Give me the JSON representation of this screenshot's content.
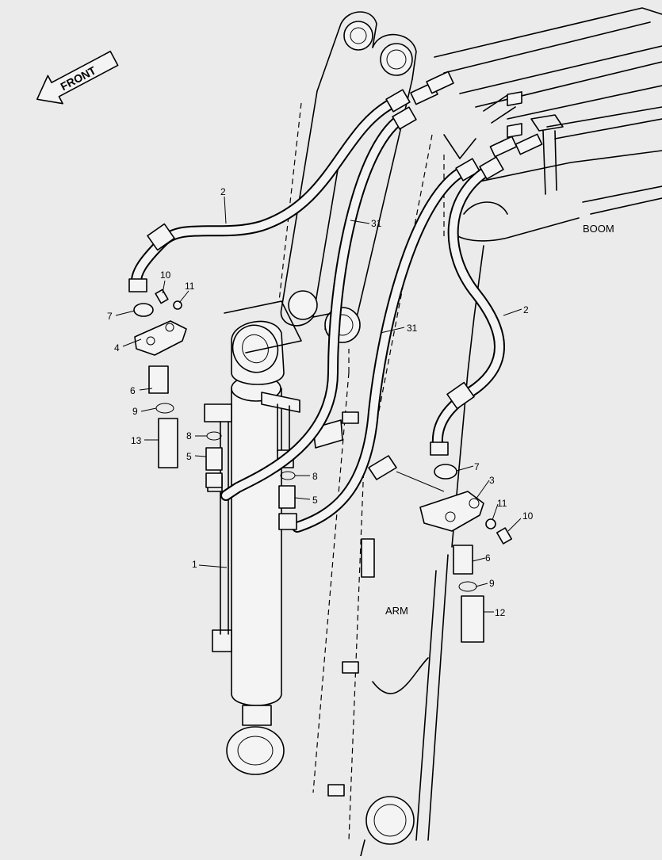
{
  "direction_label": "FRONT",
  "region_labels": {
    "boom": "BOOM",
    "arm": "ARM"
  },
  "callouts": [
    {
      "id": "c2a",
      "number": "2"
    },
    {
      "id": "c31a",
      "number": "31"
    },
    {
      "id": "c10a",
      "number": "10"
    },
    {
      "id": "c11a",
      "number": "11"
    },
    {
      "id": "c7a",
      "number": "7"
    },
    {
      "id": "c4",
      "number": "4"
    },
    {
      "id": "c6a",
      "number": "6"
    },
    {
      "id": "c9a",
      "number": "9"
    },
    {
      "id": "c13",
      "number": "13"
    },
    {
      "id": "c8a",
      "number": "8"
    },
    {
      "id": "c5a",
      "number": "5"
    },
    {
      "id": "c8b",
      "number": "8"
    },
    {
      "id": "c5b",
      "number": "5"
    },
    {
      "id": "c31b",
      "number": "31"
    },
    {
      "id": "c2b",
      "number": "2"
    },
    {
      "id": "c7b",
      "number": "7"
    },
    {
      "id": "c3",
      "number": "3"
    },
    {
      "id": "c11b",
      "number": "11"
    },
    {
      "id": "c10b",
      "number": "10"
    },
    {
      "id": "c6b",
      "number": "6"
    },
    {
      "id": "c9b",
      "number": "9"
    },
    {
      "id": "c12",
      "number": "12"
    },
    {
      "id": "c1",
      "number": "1"
    }
  ]
}
